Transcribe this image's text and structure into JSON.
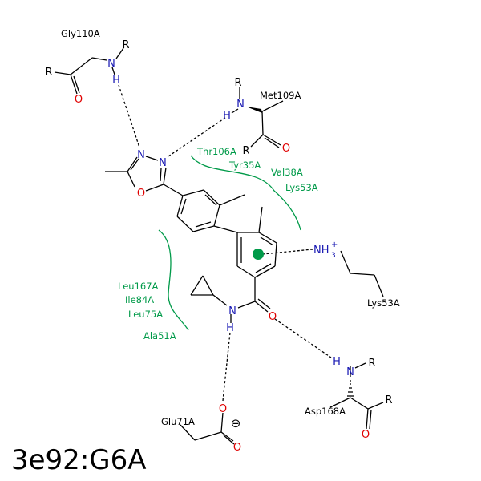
{
  "title": "3e92:G6A",
  "colors": {
    "bond": "#000000",
    "nitrogen": "#1a1ab3",
    "oxygen": "#e00000",
    "hydrophobic": "#009a49",
    "text": "#000000"
  },
  "residues": {
    "gly110": "Gly110A",
    "met109": "Met109A",
    "thr106": "Thr106A",
    "tyr35": "Tyr35A",
    "val38": "Val38A",
    "lys53_contact": "Lys53A",
    "leu167": "Leu167A",
    "ile84": "Ile84A",
    "leu75": "Leu75A",
    "ala51": "Ala51A",
    "lys53": "Lys53A",
    "glu71": "Glu71A",
    "asp168": "Asp168A"
  },
  "atoms": {
    "R": "R",
    "N": "N",
    "H": "H",
    "O": "O",
    "NH": "NH",
    "sub3": "3",
    "plus": "+",
    "minus": "⊖"
  }
}
